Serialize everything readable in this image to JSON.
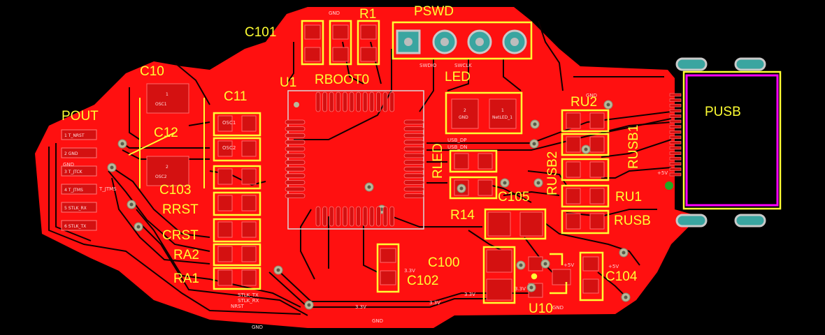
{
  "labels": {
    "C101": "C101",
    "R1": "R1",
    "PSWD": "PSWD",
    "C10": "C10",
    "U1": "U1",
    "RBOOT0": "RBOOT0",
    "C11": "C11",
    "LED": "LED",
    "RU2": "RU2",
    "POUT": "POUT",
    "C12": "C12",
    "PUSB": "PUSB",
    "RUSB1": "RUSB1",
    "RUSB2": "RUSB2",
    "RLED": "RLED",
    "C103": "C103",
    "RRST": "RRST",
    "CRST": "CRST",
    "RA2": "RA2",
    "RA1": "RA1",
    "C105": "C105",
    "RU1": "RU1",
    "R14": "R14",
    "RUSB": "RUSB",
    "C100": "C100",
    "C102": "C102",
    "C104": "C104",
    "U10": "U10"
  },
  "nets": {
    "gnd": "GND",
    "v33": "3.3V",
    "v5": "+5V",
    "vcc": "5V",
    "osc1": "OSC1",
    "osc2": "OSC2",
    "nrst": "NRST",
    "tjtck": "T_JTCK",
    "tjtms": "T_JTMS",
    "stlk_rx": "STLK_RX",
    "stlk_tx": "STLK_TX",
    "swdio": "SWDIO",
    "swclk": "SWCLK",
    "usb_dp": "USB_DP",
    "usb_dn": "USB_DN"
  },
  "pout_pins": [
    "1 T_NRST",
    "2 GND",
    "3 T_JTCK",
    "4 T_JTMS",
    "5 STLK_RX",
    "6 STLK_TX"
  ],
  "osc_labels": {
    "osc1_pin": "1",
    "osc1_net": "OSC1",
    "osc2_pin": "2",
    "osc2_net": "OSC2"
  },
  "led_pads": {
    "p2": "2",
    "p2_net": "GND",
    "p1": "1",
    "p1_net": "NetLED_1"
  },
  "colors": {
    "copper": "#ff1010",
    "silkscreen": "#ffff33",
    "pad": "#d41111",
    "background": "#000000",
    "via": "#b8b89a",
    "keepout": "#ff00ff",
    "shield_pad": "#3aa5a0"
  }
}
